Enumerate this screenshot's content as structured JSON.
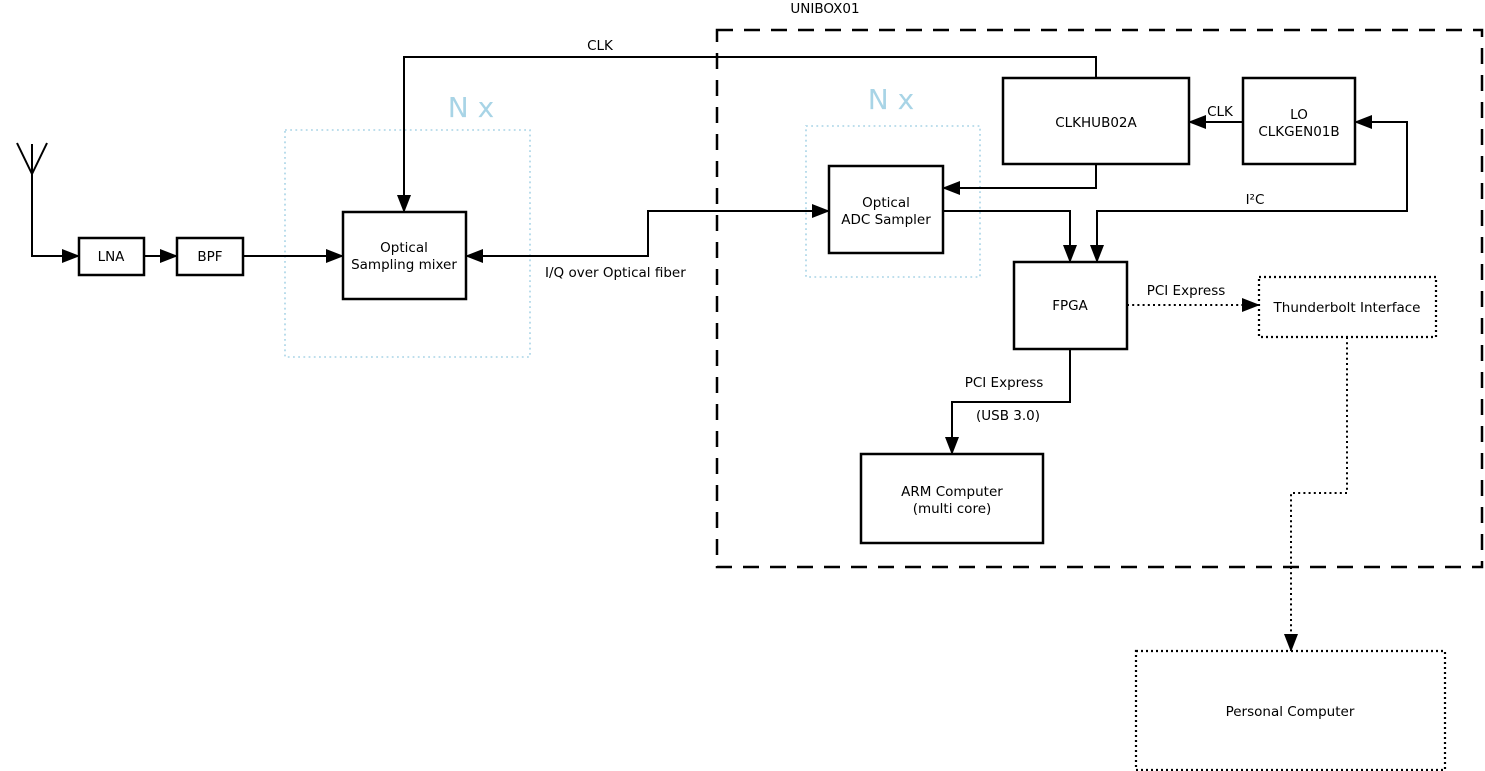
{
  "diagram": {
    "outer_box_label": "UNIBOX01",
    "colors": {
      "accent_blue": "#A8D4E6",
      "line_black": "#000000",
      "background": "#FFFFFF"
    },
    "multiplier_labels": {
      "mixer_group": "N x",
      "adc_group": "N x"
    },
    "blocks": {
      "lna": {
        "label": "LNA"
      },
      "bpf": {
        "label": "BPF"
      },
      "optical_sampling_mixer": {
        "line1": "Optical",
        "line2": "Sampling mixer"
      },
      "optical_adc_sampler": {
        "line1": "Optical",
        "line2": "ADC Sampler"
      },
      "clkhub": {
        "label": "CLKHUB02A"
      },
      "lo_clkgen": {
        "line1": "LO",
        "line2": "CLKGEN01B"
      },
      "fpga": {
        "label": "FPGA"
      },
      "arm_computer": {
        "line1": "ARM Computer",
        "line2": "(multi core)"
      },
      "thunderbolt": {
        "label": "Thunderbolt Interface"
      },
      "personal_computer": {
        "label": "Personal Computer"
      }
    },
    "edge_labels": {
      "clk_to_mixer": "CLK",
      "clk_lo_to_hub": "CLK",
      "i2c": "I²C",
      "optical_fiber": "I/Q over Optical fiber",
      "pcie_to_thunderbolt": "PCI Express",
      "pcie_to_arm": "PCI Express",
      "usb": "(USB 3.0)"
    }
  }
}
